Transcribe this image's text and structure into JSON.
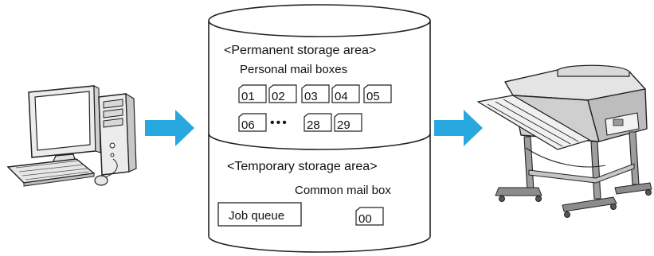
{
  "permanent_area": {
    "title": "<Permanent storage area>",
    "subtitle": "Personal mail boxes",
    "boxes_row1": [
      "01",
      "02",
      "03",
      "04",
      "05"
    ],
    "boxes_row2_start": "06",
    "ellipsis": "•••",
    "boxes_row2_end": [
      "28",
      "29"
    ]
  },
  "temporary_area": {
    "title": "<Temporary storage area>",
    "common_label": "Common mail box",
    "job_queue_label": "Job queue",
    "common_box": "00"
  },
  "colors": {
    "arrow": "#29a8e0",
    "line": "#222222",
    "folder_fill": "#ffffff"
  },
  "icons": {
    "computer": "desktop-computer-icon",
    "printer": "large-format-printer-icon",
    "arrow": "right-arrow-icon",
    "folder": "mailbox-folder-icon"
  }
}
